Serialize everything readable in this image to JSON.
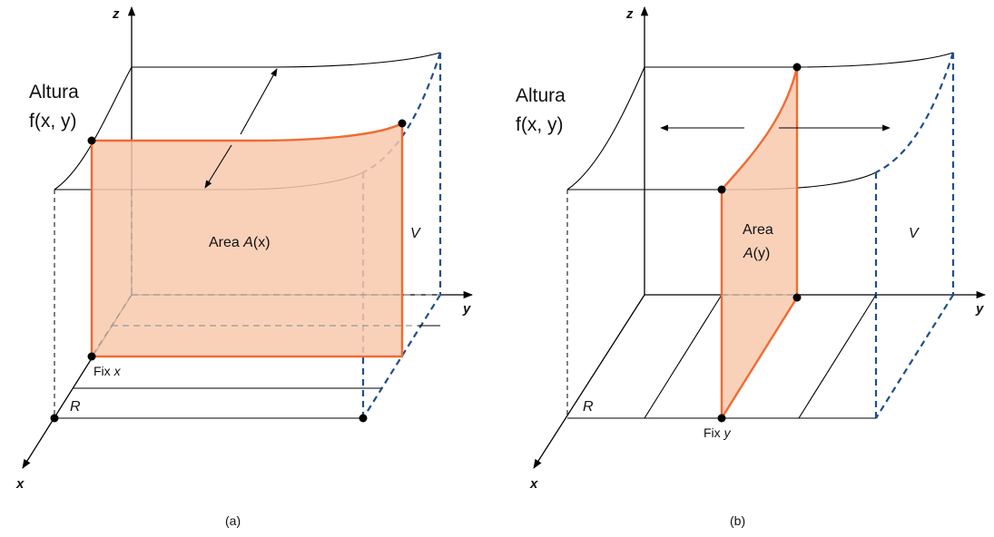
{
  "panel_a": {
    "z_axis": "z",
    "y_axis": "y",
    "x_axis": "x",
    "height_line1": "Altura",
    "height_line2": "f(x, y)",
    "area_prefix": "Area ",
    "area_func": "A",
    "area_arg": "(x)",
    "volume": "V",
    "region": "R",
    "fix_prefix": "Fix ",
    "fix_var": "x",
    "caption": "(a)"
  },
  "panel_b": {
    "z_axis": "z",
    "y_axis": "y",
    "x_axis": "x",
    "height_line1": "Altura",
    "height_line2": "f(x, y)",
    "area_word": "Area",
    "area_func": "A",
    "area_arg": "(y)",
    "volume": "V",
    "region": "R",
    "fix_prefix": "Fix ",
    "fix_var": "y",
    "caption": "(b)"
  },
  "colors": {
    "slice_fill": "#f8c9ad",
    "slice_edge": "#ef6c33",
    "hidden_edge": "#1f4e8c"
  }
}
